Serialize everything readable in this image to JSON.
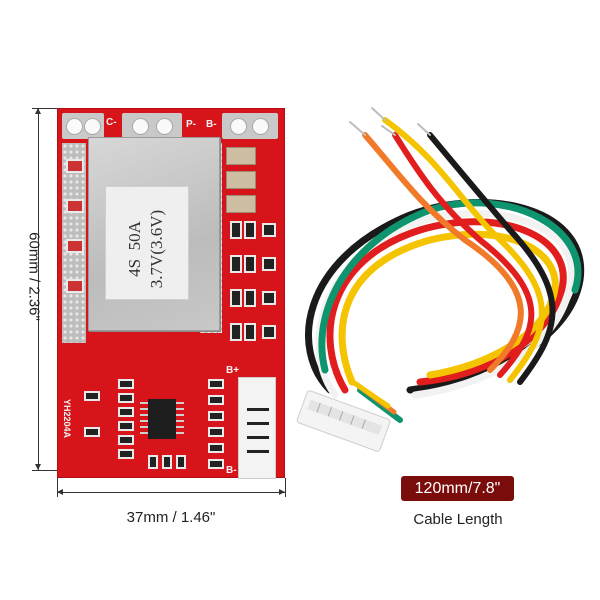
{
  "dimensions": {
    "height_label": "60mm / 2.36\"",
    "width_label": "37mm / 1.46\""
  },
  "board": {
    "sticker_text": "4S  50A\n3.7V(3.6V)",
    "edge_labels": [
      "C-",
      "P-",
      "B-",
      "B+",
      "B-"
    ],
    "board_code": "YH2204A",
    "color": "#d8141b"
  },
  "cable": {
    "wire_colors": [
      "#1a1a1a",
      "#f2f2f2",
      "#e21d1d",
      "#f5c400",
      "#f07a2a",
      "#0f9470"
    ],
    "connector_color": "#f4f4f4",
    "length_badge": "120mm/7.8\"",
    "caption": "Cable Length",
    "badge_color": "#7a0c0c"
  }
}
